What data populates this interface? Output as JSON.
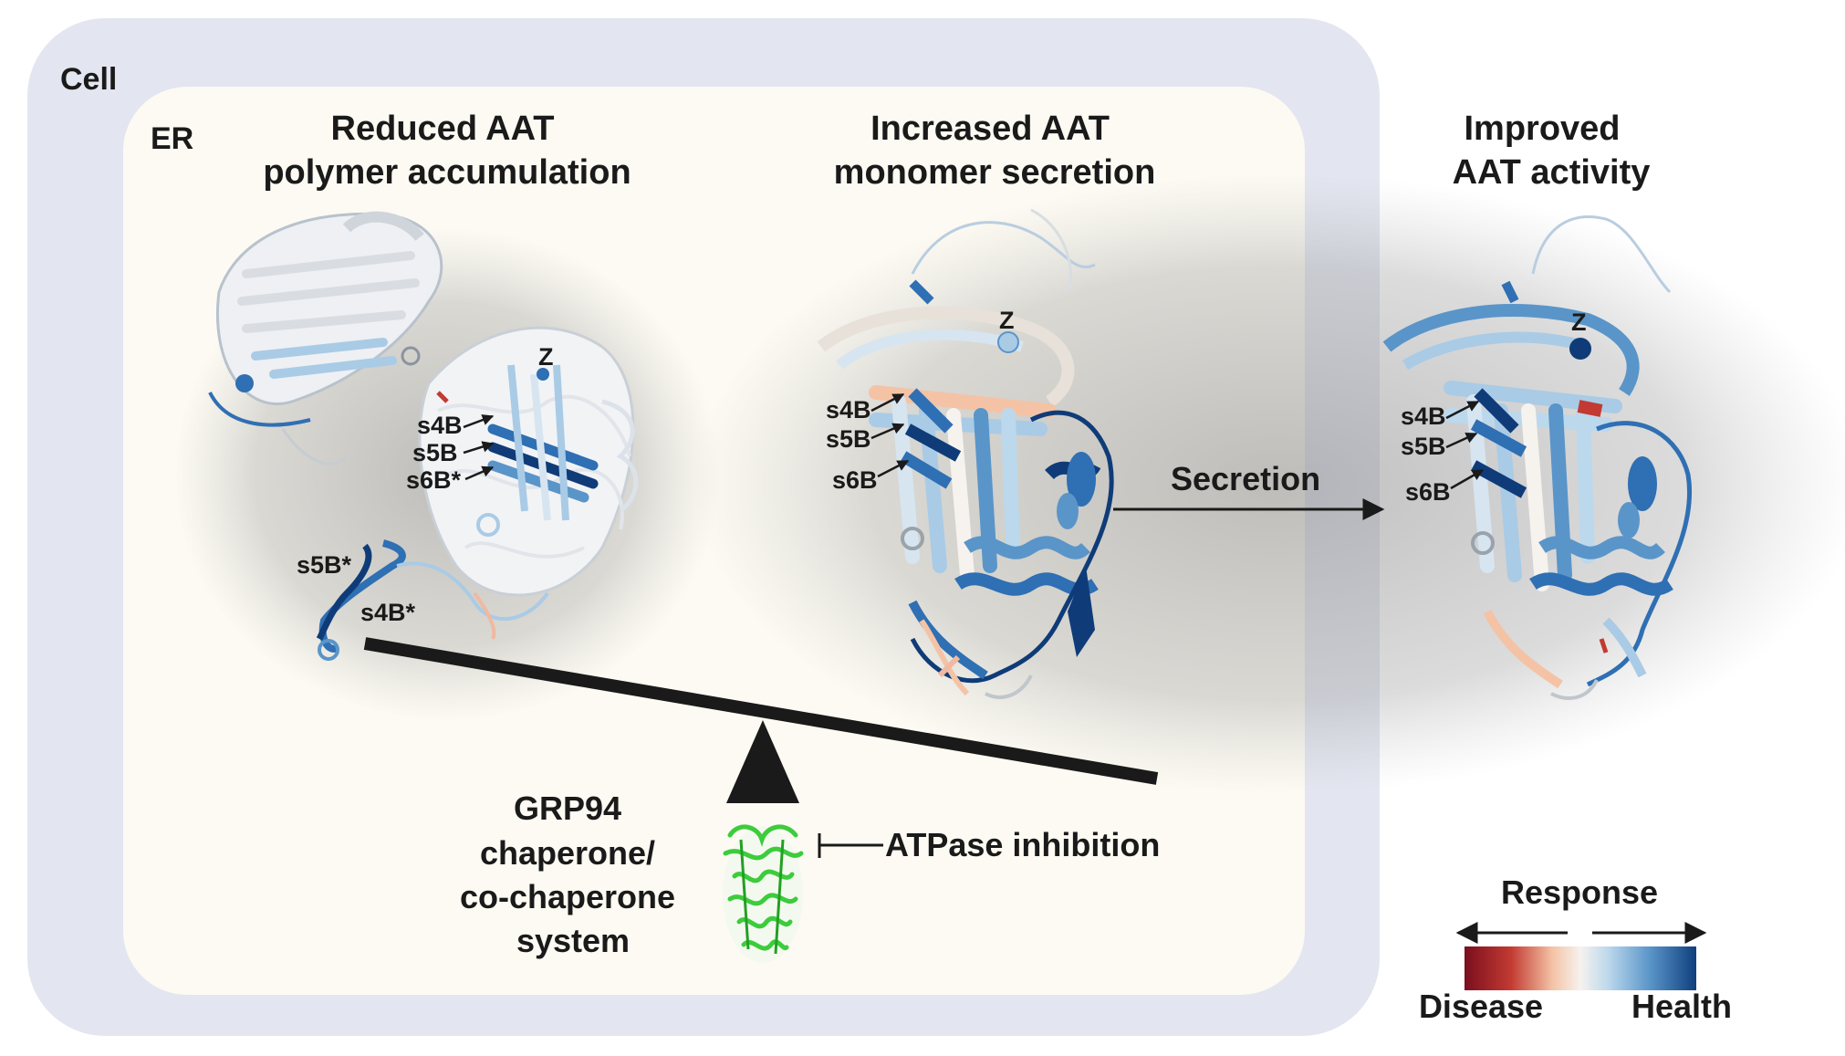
{
  "compartments": {
    "cell_label": "Cell",
    "er_label": "ER"
  },
  "panels": {
    "polymer": {
      "title_line1": "Reduced AAT",
      "title_line2": "polymer accumulation"
    },
    "monomer": {
      "title_line1": "Increased AAT",
      "title_line2": "monomer secretion"
    },
    "activity": {
      "title_line1": "Improved",
      "title_line2": "AAT activity"
    }
  },
  "structure_labels": {
    "polymer": {
      "z": "Z",
      "s4b": "s4B",
      "s5b": "s5B",
      "s6b": "s6B*",
      "s5b_star": "s5B*",
      "s4b_star": "s4B*"
    },
    "monomer": {
      "z": "Z",
      "s4b": "s4B",
      "s5b": "s5B",
      "s6b": "s6B"
    },
    "secreted": {
      "z": "Z",
      "s4b": "s4B",
      "s5b": "s5B",
      "s6b": "s6B"
    }
  },
  "secretion_label": "Secretion",
  "chaperone": {
    "line1": "GRP94",
    "line2": "chaperone/",
    "line3": "co-chaperone",
    "line4": "system",
    "inhibition_label": "ATPase inhibition"
  },
  "legend": {
    "title": "Response",
    "low_label": "Disease",
    "high_label": "Health",
    "colors": [
      "#7a0f1e",
      "#c23a32",
      "#f4c3a6",
      "#f6f2ee",
      "#bcd8ec",
      "#5a95c9",
      "#0f3f7d"
    ]
  },
  "colors": {
    "cell_fill": "#e3e6f0",
    "er_fill": "#fcfaf2",
    "protein_blue": "#2f6fb3",
    "protein_light": "#a9cbe6",
    "protein_dark": "#0f3c78",
    "chaperone_green": "#3ccc3c"
  }
}
